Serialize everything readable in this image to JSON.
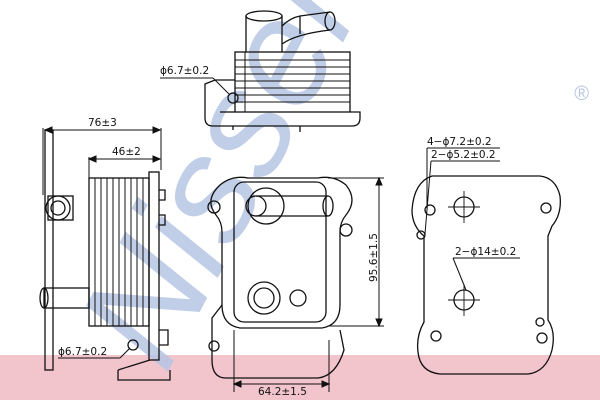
{
  "watermark": {
    "text": "Nissens",
    "registered": "®",
    "color": "#b7c6e4"
  },
  "band_color": "#f2c4cc",
  "dimensions": {
    "top_bracket_hole": "ϕ6.7±0.2",
    "overall_width": "76±3",
    "body_width": "46±2",
    "bottom_bracket_hole": "ϕ6.7±0.2",
    "height": "95.6±1.5",
    "base_width": "64.2±1.5",
    "bolt_holes": "4−ϕ7.2±0.2",
    "small_holes": "2−ϕ5.2±0.2",
    "main_holes": "2−ϕ14±0.2"
  },
  "line_color": "#111111"
}
